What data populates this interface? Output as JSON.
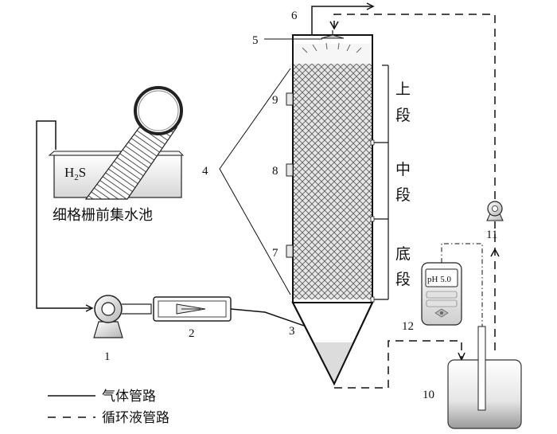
{
  "labels": {
    "pump_1": "1",
    "flowmeter_2": "2",
    "inlet_3": "3",
    "packing_4": "4",
    "sprayer_5": "5",
    "gas_outlet_6": "6",
    "port_7": "7",
    "port_8": "8",
    "port_9": "9",
    "tank_10": "10",
    "pump_11": "11",
    "ph_meter_12": "12"
  },
  "sump": {
    "gas": "H",
    "gas_sub": "2",
    "gas_tail": "S",
    "name": "细格栅前集水池"
  },
  "sections": {
    "upper": [
      "上",
      "段"
    ],
    "middle": [
      "中",
      "段"
    ],
    "bottom": [
      "底",
      "段"
    ]
  },
  "ph_meter": {
    "display": "pH 5.0"
  },
  "legend": {
    "gas_line": "气体管路",
    "liquid_line": "循环液管路"
  },
  "colors": {
    "line": "#111111",
    "packing_hatch": "#555555",
    "tank_shade": "#9a9a9a"
  }
}
